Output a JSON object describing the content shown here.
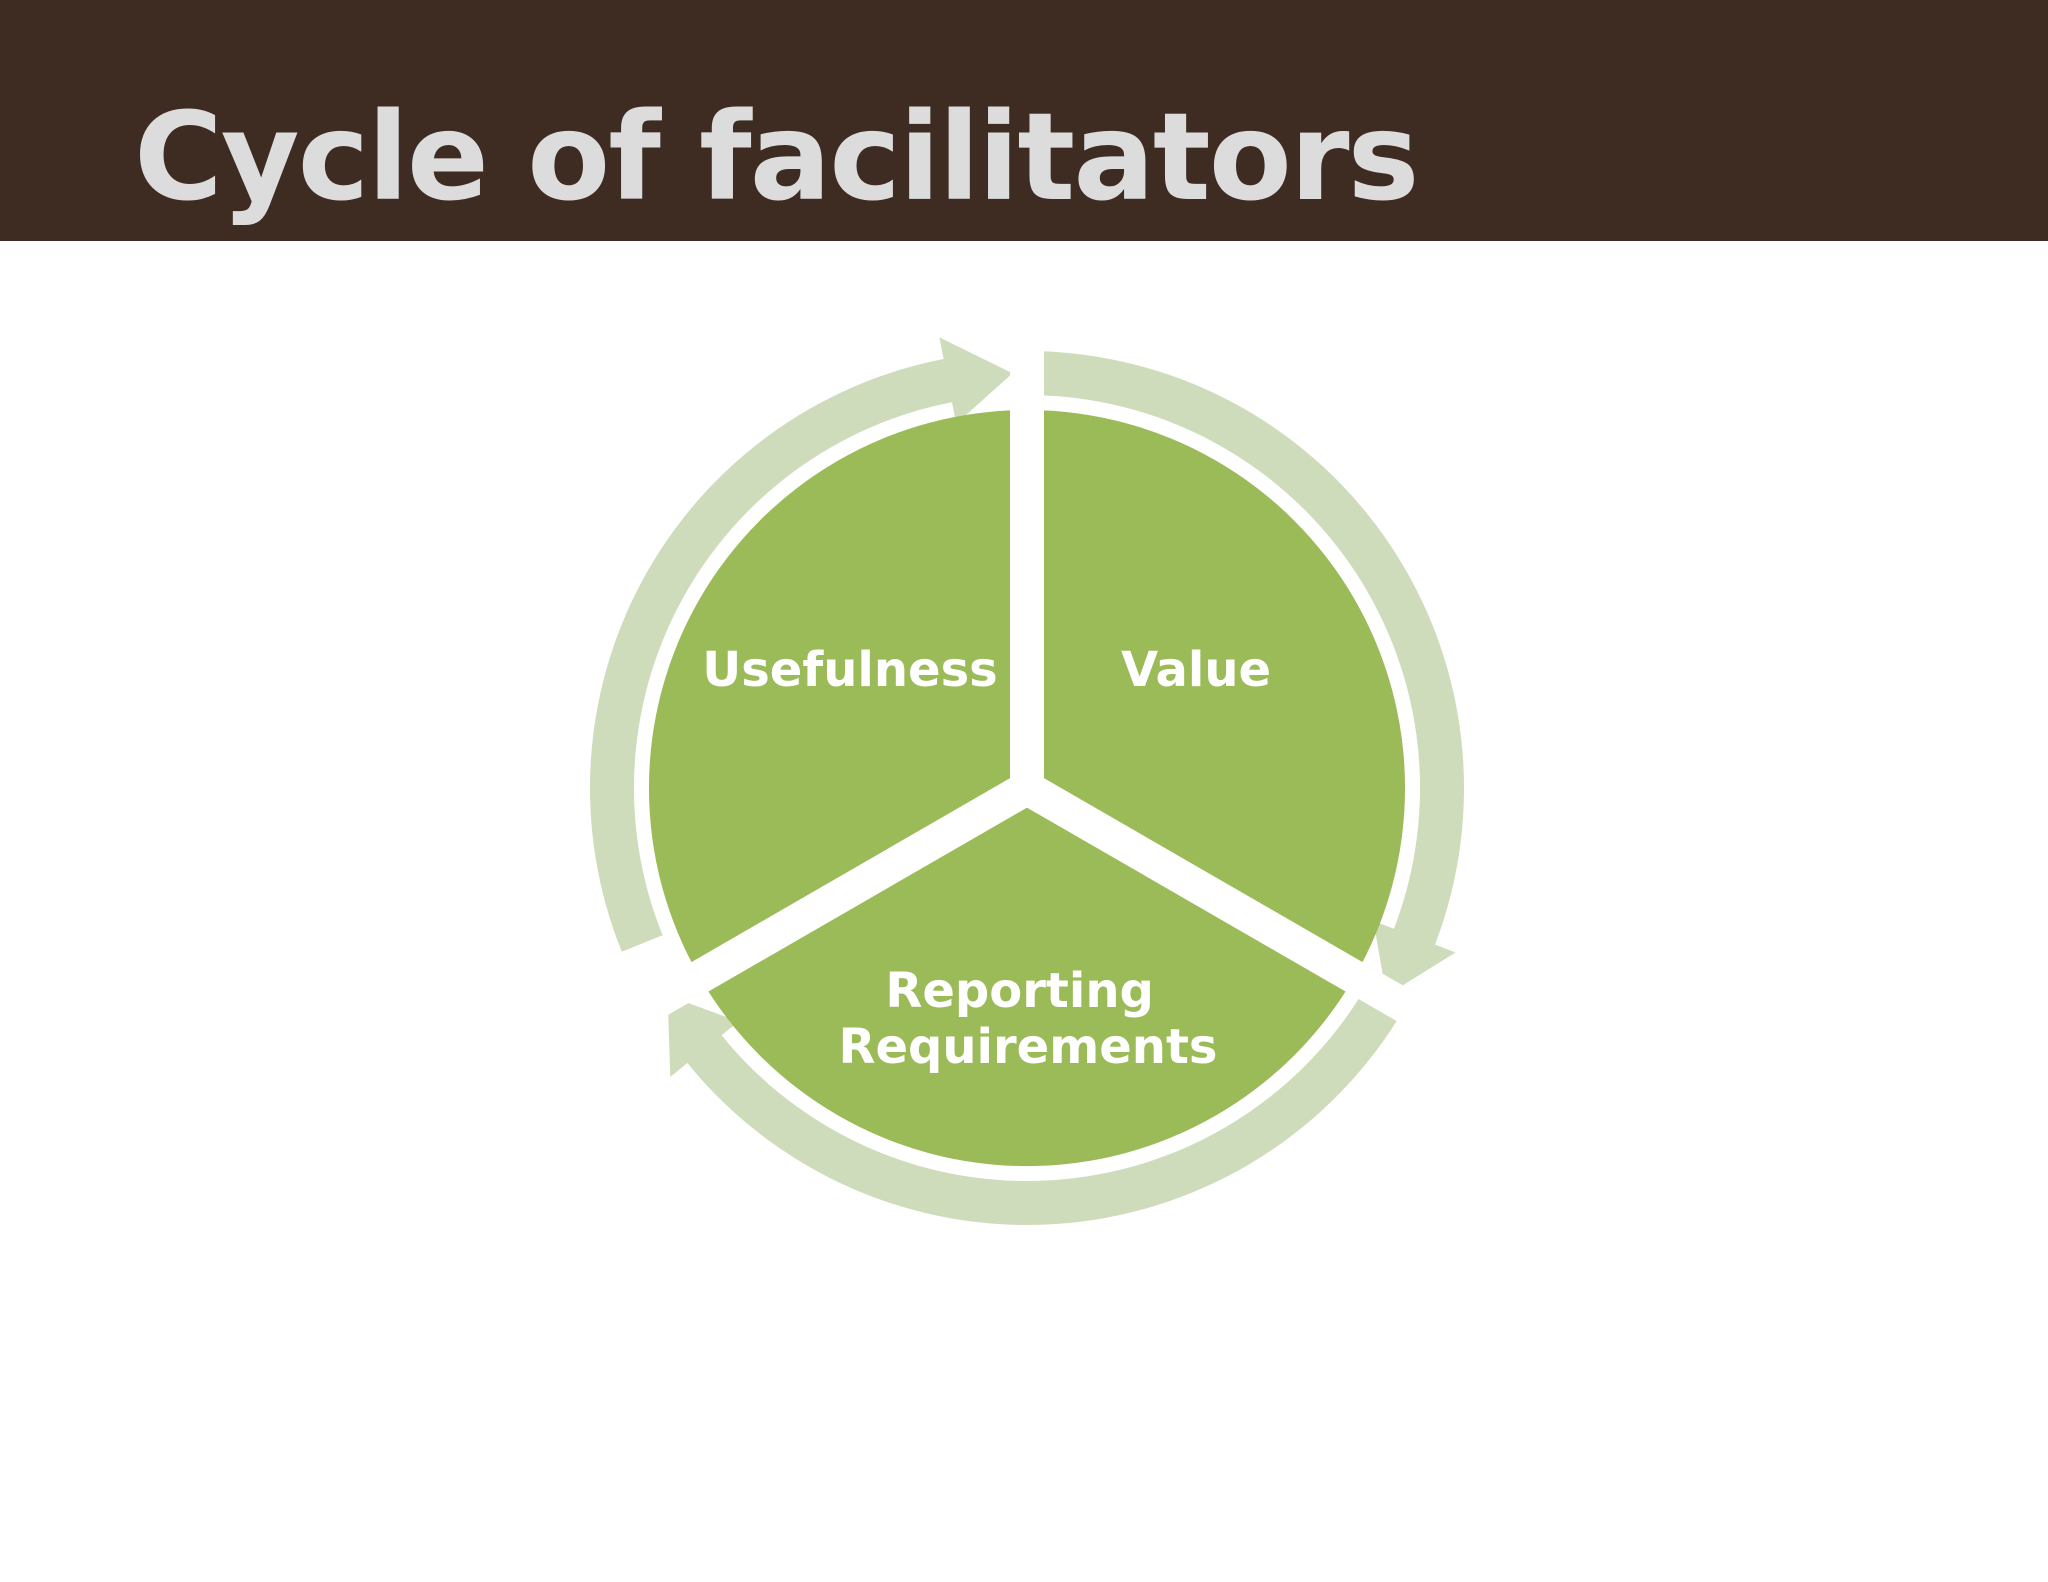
{
  "slide": {
    "title": "Cycle of facilitators"
  },
  "diagram": {
    "type": "cycle",
    "segments": [
      {
        "label": "Usefulness",
        "lines": [
          "Usefulness"
        ]
      },
      {
        "label": "Value",
        "lines": [
          "Value"
        ]
      },
      {
        "label": "Reporting Requirements",
        "lines": [
          "Reporting",
          "Requirements"
        ]
      }
    ],
    "colors": {
      "title_bar": "#3e2c22",
      "title_text": "#dcdcdc",
      "segment_fill": "#9bbb59",
      "arrow_fill": "#cfdcbb",
      "label_text": "#ffffff"
    }
  }
}
